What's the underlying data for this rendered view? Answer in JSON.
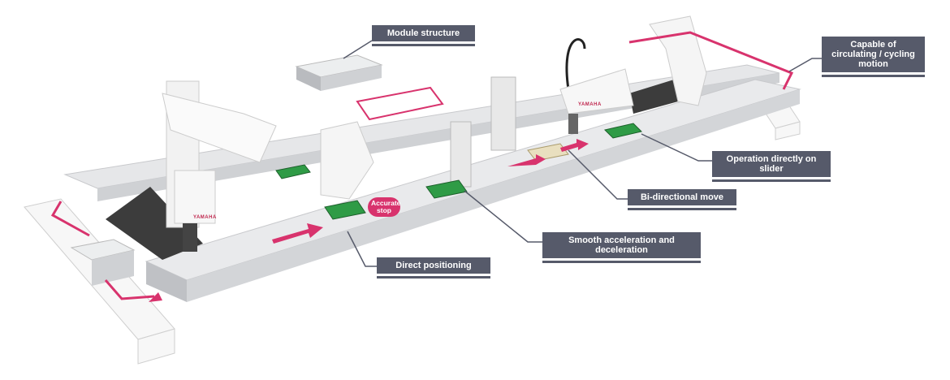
{
  "labels": {
    "module_structure": "Module structure",
    "circulating": "Capable of circulating / cycling motion",
    "operation_on_slider": "Operation directly on slider",
    "bidirectional": "Bi-directional move",
    "smooth_accel": "Smooth acceleration and deceleration",
    "direct_positioning": "Direct positioning",
    "accurate_stop": "Accurate stop"
  },
  "brand": "YAMAHA",
  "colors": {
    "label_bg": "#565a6a",
    "accent": "#d8336d",
    "rail": "#dfe1e3",
    "frame": "#f4f4f4"
  }
}
